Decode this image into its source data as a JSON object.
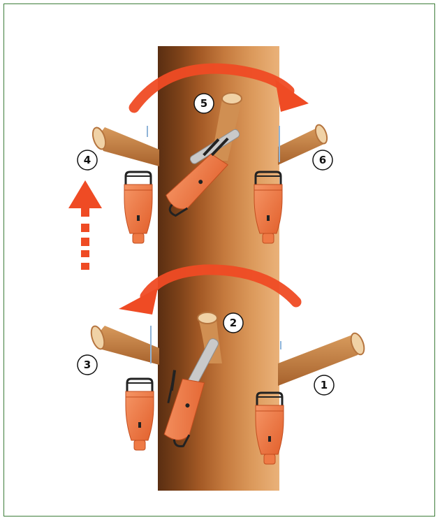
{
  "illustration": {
    "step_labels": [
      "1",
      "2",
      "3",
      "4",
      "5",
      "6"
    ],
    "colors": {
      "frame_border": "#3e7d3a",
      "trunk_dark": "#6b3a17",
      "trunk_mid": "#b36a33",
      "trunk_light": "#e6a46a",
      "branch": "#c98a4f",
      "branch_end": "#f0d2a6",
      "saw_orange": "#ef7a45",
      "saw_dark": "#2a2a2a",
      "saw_bar": "#c9c9c9",
      "arrow": "#ef4b24"
    }
  }
}
